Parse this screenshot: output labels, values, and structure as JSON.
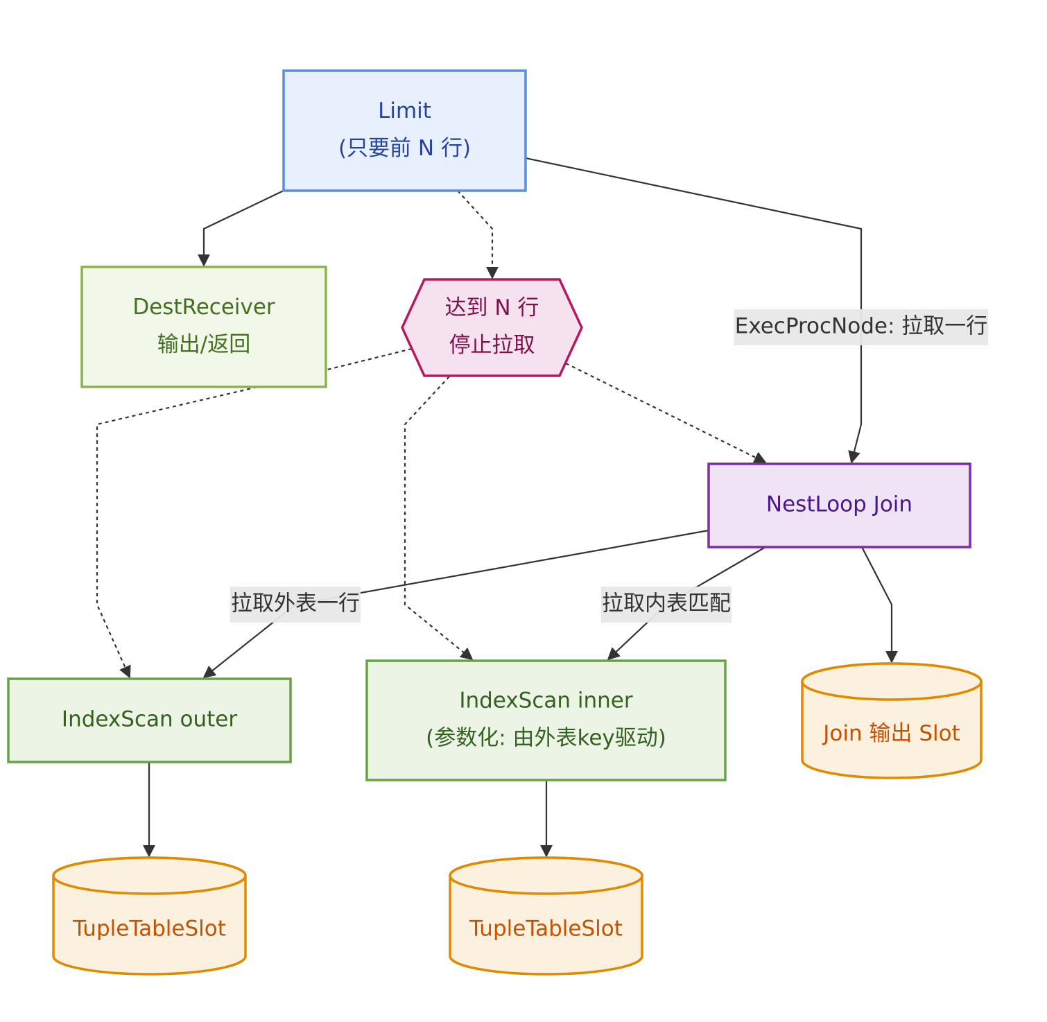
{
  "diagram": {
    "type": "flowchart",
    "nodes": [
      {
        "id": "limit",
        "lines": [
          "Limit",
          "(只要前 N 行)"
        ],
        "shape": "rect",
        "fill": "#e8f0fd",
        "stroke": "#5a8ee0",
        "text_color": "#2743a0"
      },
      {
        "id": "dest",
        "lines": [
          "DestReceiver",
          "输出/返回"
        ],
        "shape": "rect",
        "fill": "#f1f7e9",
        "stroke": "#8db24a",
        "text_color": "#44701f"
      },
      {
        "id": "stop",
        "lines": [
          "达到 N 行",
          "停止拉取"
        ],
        "shape": "hexagon",
        "fill": "#f6e2ef",
        "stroke": "#b8195e",
        "text_color": "#7c124d"
      },
      {
        "id": "nestloop",
        "lines": [
          "NestLoop Join"
        ],
        "shape": "rect",
        "fill": "#efe3f5",
        "stroke": "#7b2ca8",
        "text_color": "#4a168c"
      },
      {
        "id": "outer",
        "lines": [
          "IndexScan outer"
        ],
        "shape": "rect",
        "fill": "#ecf4e6",
        "stroke": "#6aa243",
        "text_color": "#34611f"
      },
      {
        "id": "inner",
        "lines": [
          "IndexScan inner",
          "(参数化: 由外表key驱动)"
        ],
        "shape": "rect",
        "fill": "#ecf4e6",
        "stroke": "#6aa243",
        "text_color": "#34611f"
      },
      {
        "id": "joinslot",
        "lines": [
          "Join 输出 Slot"
        ],
        "shape": "cylinder",
        "fill": "#fcf1df",
        "stroke": "#e08a00",
        "text_color": "#c45200"
      },
      {
        "id": "slot1",
        "lines": [
          "TupleTableSlot"
        ],
        "shape": "cylinder",
        "fill": "#fcf1df",
        "stroke": "#e08a00",
        "text_color": "#c45200"
      },
      {
        "id": "slot2",
        "lines": [
          "TupleTableSlot"
        ],
        "shape": "cylinder",
        "fill": "#fcf1df",
        "stroke": "#e08a00",
        "text_color": "#c45200"
      }
    ],
    "edges": [
      {
        "from": "limit",
        "to": "dest",
        "style": "solid",
        "label": ""
      },
      {
        "from": "limit",
        "to": "stop",
        "style": "dotted",
        "label": ""
      },
      {
        "from": "limit",
        "to": "nestloop",
        "style": "solid",
        "label": "ExecProcNode: 拉取一行"
      },
      {
        "from": "stop",
        "to": "outer",
        "style": "dotted",
        "label": ""
      },
      {
        "from": "stop",
        "to": "inner",
        "style": "dotted",
        "label": ""
      },
      {
        "from": "stop",
        "to": "nestloop",
        "style": "dotted",
        "label": ""
      },
      {
        "from": "nestloop",
        "to": "outer",
        "style": "solid",
        "label": "拉取外表一行"
      },
      {
        "from": "nestloop",
        "to": "inner",
        "style": "solid",
        "label": "拉取内表匹配"
      },
      {
        "from": "nestloop",
        "to": "joinslot",
        "style": "solid",
        "label": ""
      },
      {
        "from": "outer",
        "to": "slot1",
        "style": "solid",
        "label": ""
      },
      {
        "from": "inner",
        "to": "slot2",
        "style": "solid",
        "label": ""
      }
    ],
    "colors": {
      "edge": "#333333",
      "edge_label_bg": "#e8e8e8",
      "edge_label_text": "#333333"
    }
  }
}
